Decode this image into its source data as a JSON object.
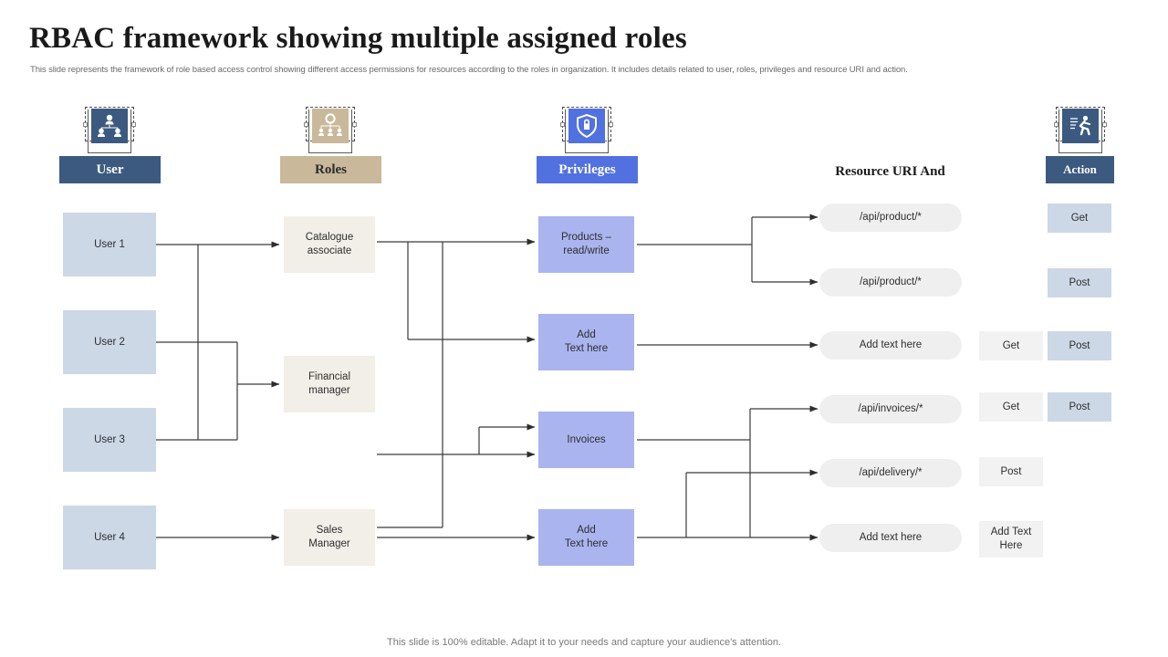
{
  "slide": {
    "title": "RBAC framework showing multiple assigned roles",
    "subtitle": "This slide represents the framework of role based access control showing different access permissions for resources according to the roles in organization. It includes details related to user, roles, privileges and resource URI and action.",
    "footer": "This slide is 100% editable. Adapt it to your needs and capture your audience's attention."
  },
  "colors": {
    "user_header": "#3c5a80",
    "roles_header": "#c9b99a",
    "privileges_header": "#5271e0",
    "action_header": "#3c5a80",
    "user_node": "#ccd8e6",
    "role_node": "#f2efe9",
    "privilege_node": "#aab4ef",
    "resource_node": "#efefef",
    "action_node": "#f2f2f2",
    "action_node_alt": "#ccd8e6",
    "connector": "#3a3a3a"
  },
  "headers": [
    {
      "id": "user",
      "label": "User",
      "icon": "users-hierarchy-icon"
    },
    {
      "id": "roles",
      "label": "Roles",
      "icon": "gear-people-icon"
    },
    {
      "id": "privileges",
      "label": "Privileges",
      "icon": "shield-lock-icon"
    },
    {
      "id": "resource",
      "label": "Resource URI And",
      "icon": "none"
    },
    {
      "id": "action",
      "label": "Action",
      "icon": "running-person-icon"
    }
  ],
  "users": [
    {
      "label": "User 1"
    },
    {
      "label": "User 2"
    },
    {
      "label": "User 3"
    },
    {
      "label": "User 4"
    }
  ],
  "roles": [
    {
      "line1": "Catalogue",
      "line2": "associate"
    },
    {
      "line1": "Financial",
      "line2": "manager"
    },
    {
      "line1": "Sales",
      "line2": "Manager"
    }
  ],
  "privileges": [
    {
      "line1": "Products –",
      "line2": "read/write"
    },
    {
      "line1": "Add",
      "line2": "Text here"
    },
    {
      "line1": "Invoices",
      "line2": ""
    },
    {
      "line1": "Add",
      "line2": "Text here"
    }
  ],
  "resources": [
    {
      "label": "/api/product/*"
    },
    {
      "label": "/api/product/*"
    },
    {
      "label": "Add text here"
    },
    {
      "label": "/api/invoices/*"
    },
    {
      "label": "/api/delivery/*"
    },
    {
      "label": "Add text here"
    }
  ],
  "actions": [
    {
      "row": 1,
      "left": "",
      "right": "Get"
    },
    {
      "row": 2,
      "left": "",
      "right": "Post"
    },
    {
      "row": 3,
      "left": "Get",
      "right": "Post"
    },
    {
      "row": 4,
      "left": "Get",
      "right": "Post"
    },
    {
      "row": 5,
      "left": "Post",
      "right": ""
    },
    {
      "row": 6,
      "left": "Add Text Here",
      "right": ""
    }
  ]
}
